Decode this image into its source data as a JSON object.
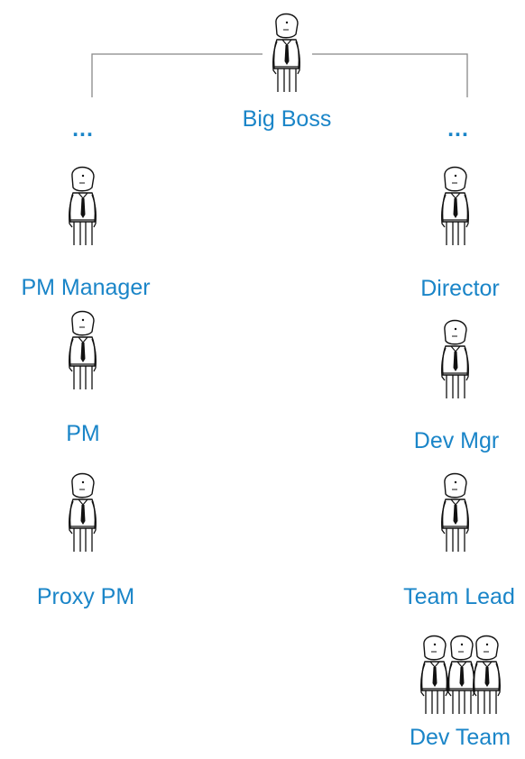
{
  "colors": {
    "label": "#1a85c8",
    "line": "#888888",
    "ink": "#111111"
  },
  "top": {
    "label": "Big Boss"
  },
  "left_branch": {
    "ellipsis": "...",
    "people": [
      {
        "label": "PM Manager"
      },
      {
        "label": "PM"
      },
      {
        "label": "Proxy PM"
      }
    ]
  },
  "right_branch": {
    "ellipsis": "...",
    "people": [
      {
        "label": "Director"
      },
      {
        "label": "Dev Mgr"
      },
      {
        "label": "Team Lead"
      },
      {
        "label": "Dev Team"
      }
    ]
  }
}
